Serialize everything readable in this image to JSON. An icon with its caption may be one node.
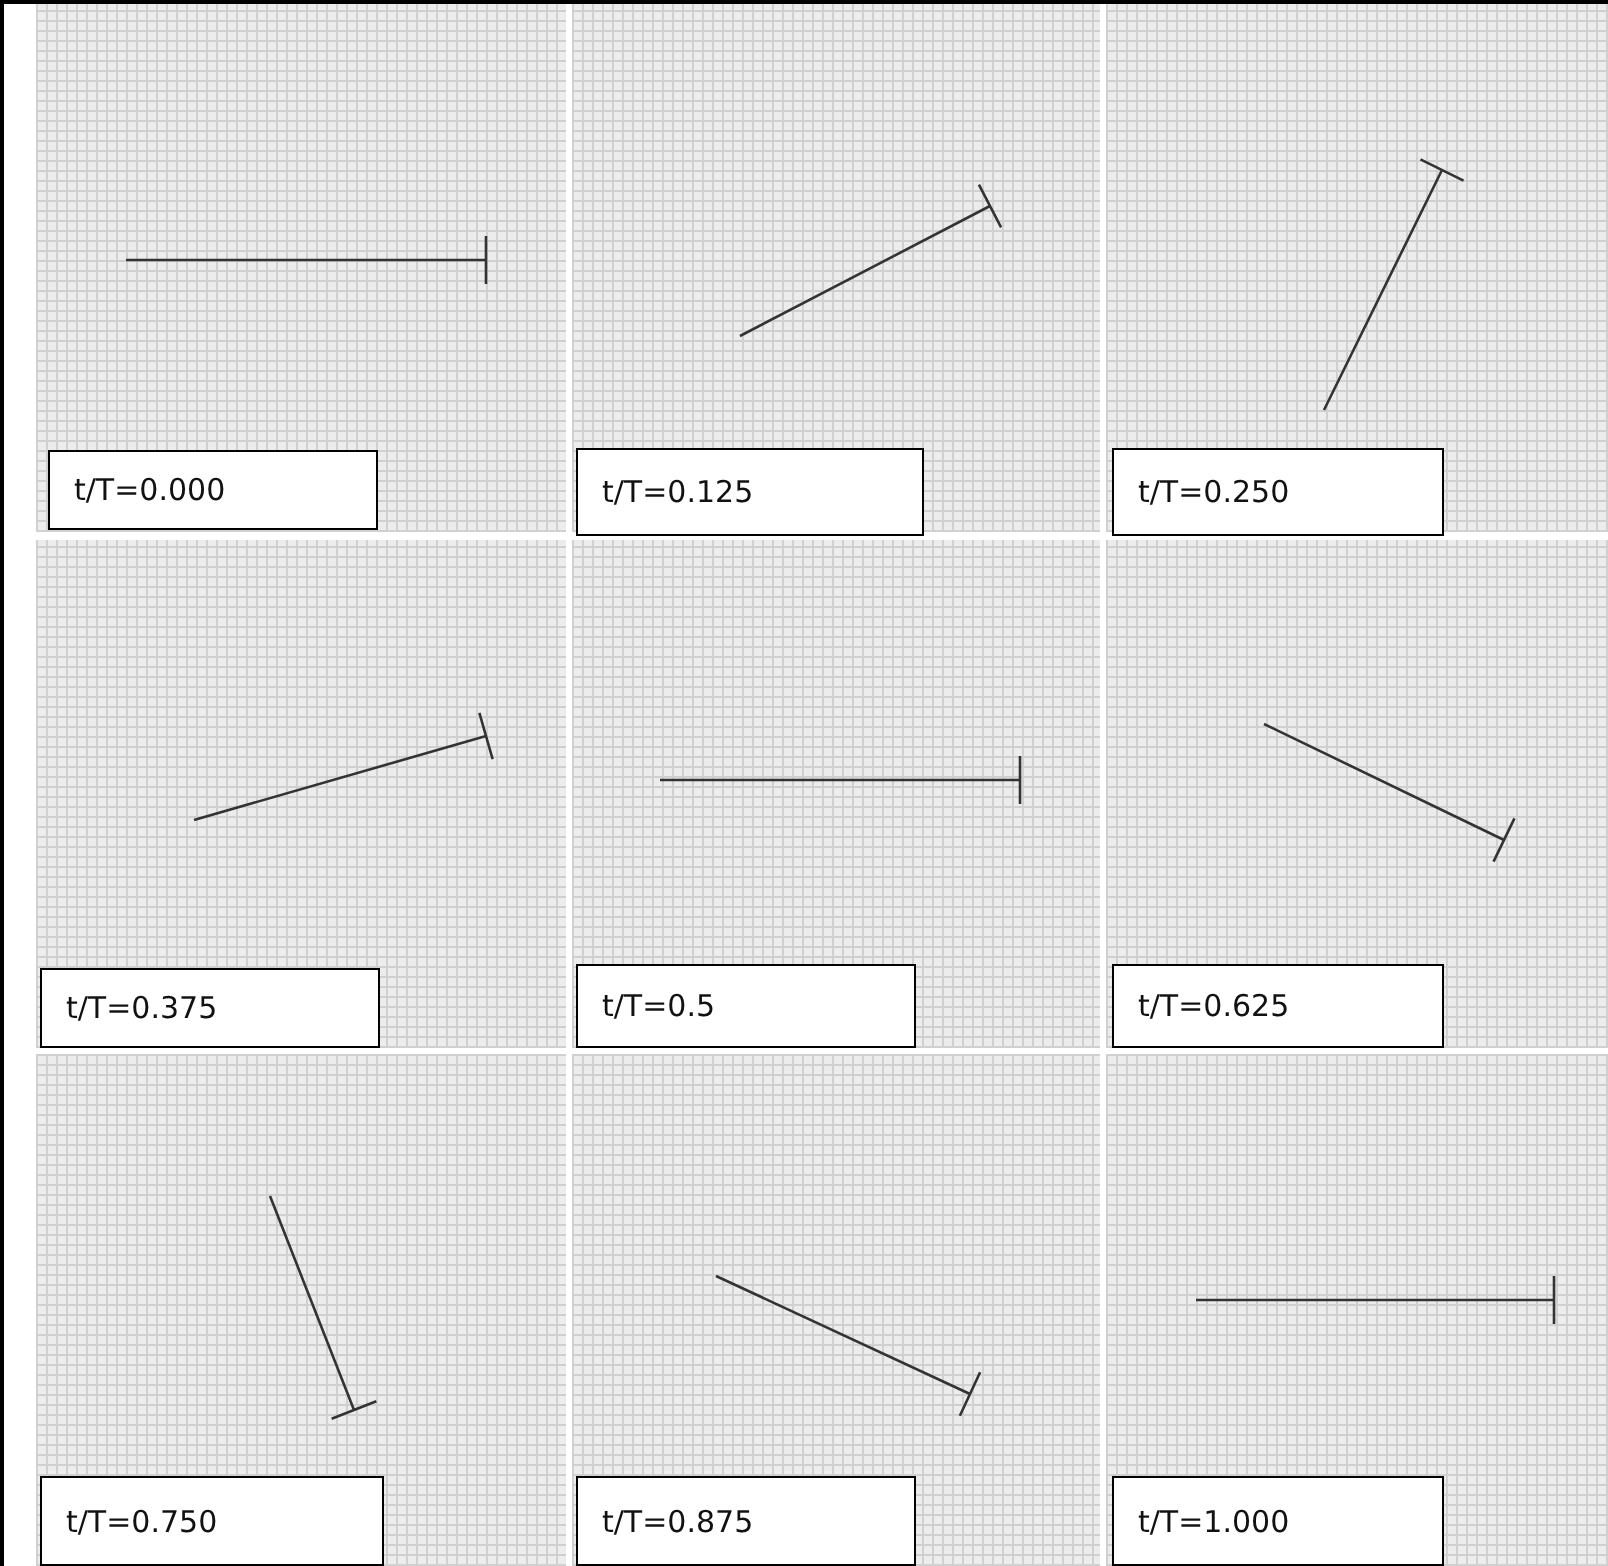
{
  "diagram": {
    "nodes": [
      {
        "text": [
          "t/T=0.000"
        ]
      },
      {
        "text": [
          "t/T=0.125"
        ]
      },
      {
        "text": [
          "t/T=0.250"
        ]
      },
      {
        "text": [
          "t/T=0.375"
        ]
      },
      {
        "text": [
          "t/T=0.5"
        ]
      },
      {
        "text": [
          "t/T=0.625"
        ]
      },
      {
        "text": [
          "t/T=0.750"
        ]
      },
      {
        "text": [
          "t/T=0.875"
        ]
      },
      {
        "text": [
          "t/T=1.000"
        ]
      }
    ],
    "edges": []
  }
}
